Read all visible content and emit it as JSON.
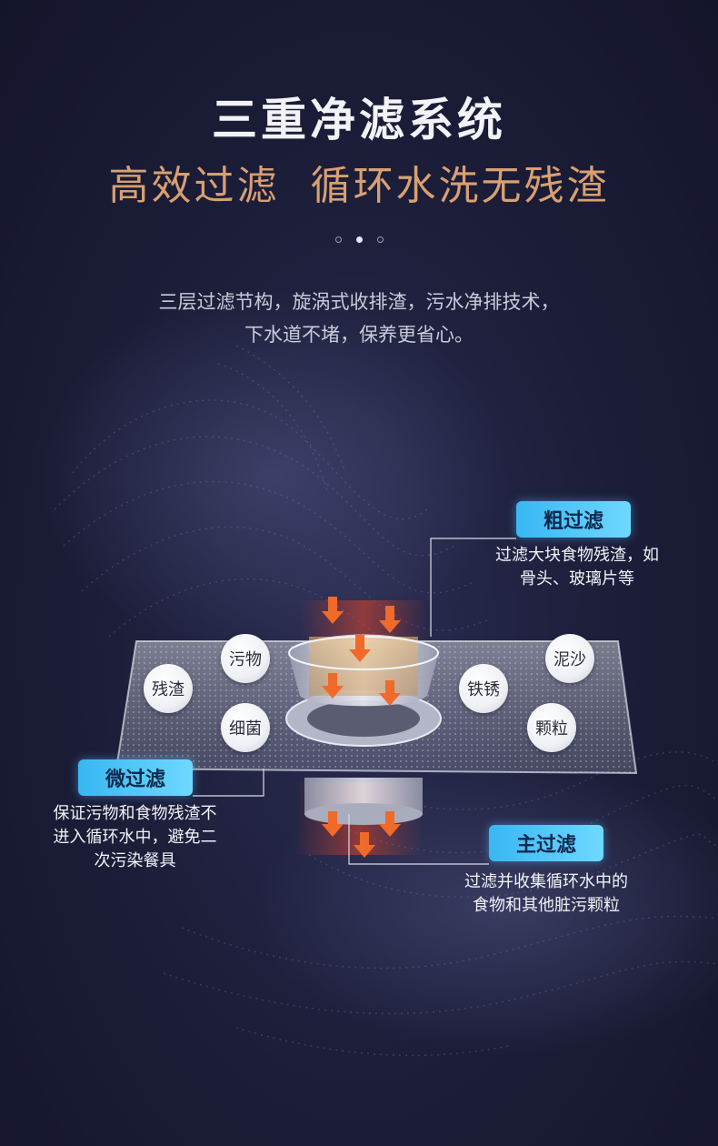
{
  "heading": {
    "title": "三重净滤系统",
    "subtitle_left": "高效过滤",
    "subtitle_right": "循环水洗无残渣"
  },
  "carousel": {
    "count": 3,
    "active_index": 1
  },
  "description": {
    "line1": "三层过滤节构，旋涡式收排渣，污水净排技术，",
    "line2": "下水道不堵，保养更省心。"
  },
  "particles": [
    "残渣",
    "污物",
    "细菌",
    "铁锈",
    "泥沙",
    "颗粒"
  ],
  "filters": {
    "coarse": {
      "label": "粗过滤",
      "desc_line1": "过滤大块食物残渣，如",
      "desc_line2": "骨头、玻璃片等"
    },
    "micro": {
      "label": "微过滤",
      "desc_line1": "保证污物和食物残渣不",
      "desc_line2": "进入循环水中，避免二",
      "desc_line3": "次污染餐具"
    },
    "main": {
      "label": "主过滤",
      "desc_line1": "过滤并收集循环水中的",
      "desc_line2": "食物和其他脏污颗粒"
    }
  },
  "colors": {
    "background": "#1d1f3b",
    "title": "#f2f3f7",
    "subtitle": "#d8a072",
    "tag": "#4cc6f7",
    "arrow": "#f06a2a"
  }
}
